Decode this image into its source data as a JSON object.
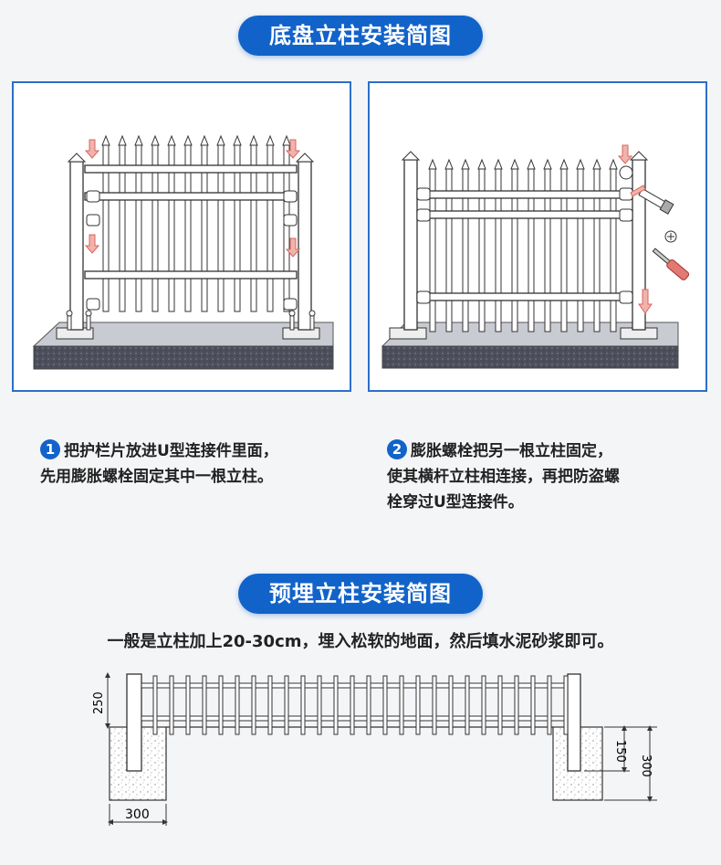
{
  "section1": {
    "title": "底盘立柱安装简图"
  },
  "step1": {
    "number": "1",
    "line1": "把护栏片放进U型连接件里面，",
    "line2": "先用膨胀螺栓固定其中一根立柱。"
  },
  "step2": {
    "number": "2",
    "line1": "膨胀螺栓把另一根立柱固定，",
    "line2": "使其横杆立柱相连接，再把防盗螺",
    "line3": "栓穿过U型连接件。"
  },
  "section2": {
    "title": "预埋立柱安装简图"
  },
  "intro": "一般是立柱加上20-30cm，埋入松软的地面，然后填水泥砂浆即可。",
  "dimensions": {
    "above": "250",
    "footing_width": "300",
    "embed": "150",
    "footing_depth": "300"
  },
  "colors": {
    "accent": "#1263c9",
    "panel_border": "#2c6fc8",
    "ground": "#5a5a66",
    "arrow": "#e07a72"
  }
}
